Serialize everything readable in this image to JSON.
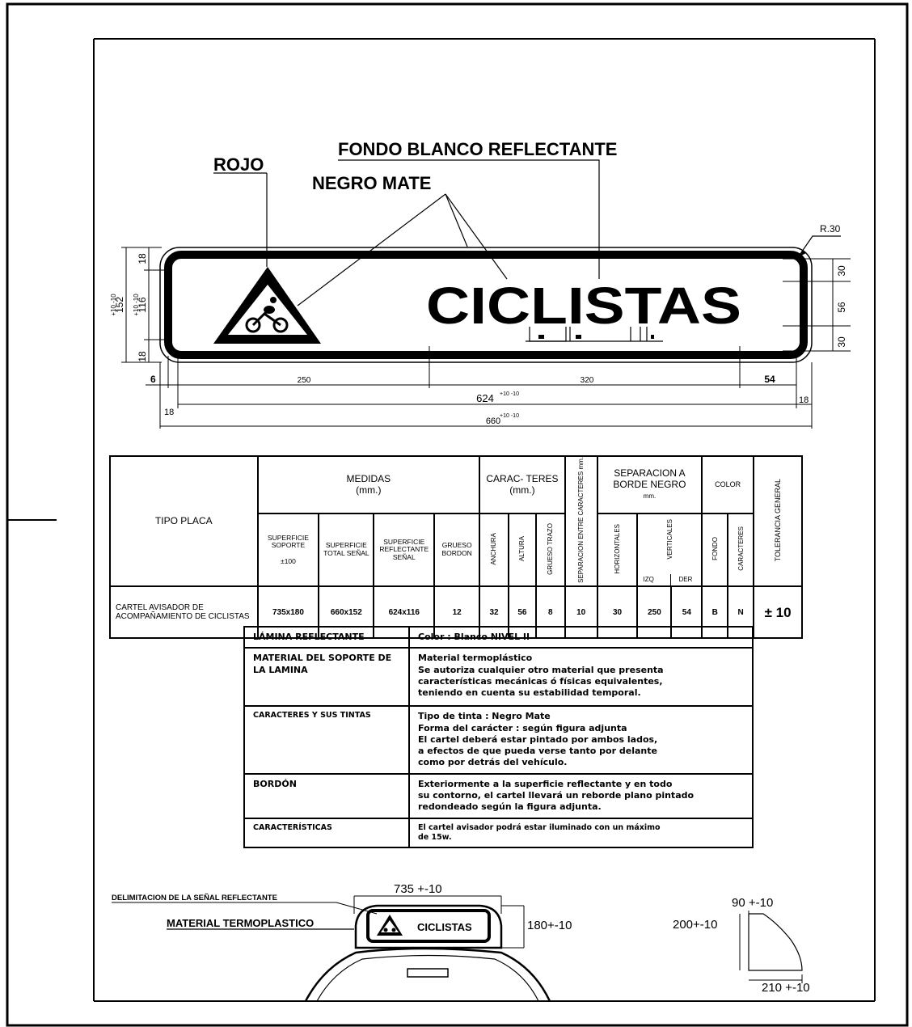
{
  "labels": {
    "fondo": "FONDO BLANCO REFLECTANTE",
    "rojo": "ROJO",
    "negro_mate": "NEGRO MATE",
    "radius": "R.30",
    "sign_text": "CICLISTAS"
  },
  "dimensions": {
    "border_top": "18",
    "border_bottom": "18",
    "inner_height": "116",
    "inner_height_tol": "+10 -10",
    "total_height": "152",
    "total_height_tol": "+10 -10",
    "right_top": "30",
    "right_mid": "56",
    "right_bottom": "30",
    "left_gap": "6",
    "seg_left": "250",
    "seg_mid": "320",
    "seg_right": "54",
    "reflective_width": "624",
    "reflective_width_tol": "+10 -10",
    "right_margin": "18",
    "left_margin": "18",
    "total_width": "660",
    "total_width_tol": "+10 -10"
  },
  "spec_table": {
    "tipo": "TIPO PLACA",
    "medidas": "MEDIDAS",
    "medidas_unit": "(mm.)",
    "caracteres": "CARAC- TERES",
    "caracteres_unit": "(mm.)",
    "separacion_chars": "SEPARACION ENTRE CARACTERES mm.",
    "separacion_borde": "SEPARACION A BORDE NEGRO",
    "separacion_borde_unit": "mm.",
    "color": "COLOR",
    "tolerancia": "TOLERANCIA GENERAL",
    "sup_soporte": "SUPERFICIE SOPORTE",
    "sup_soporte_tol": "±100",
    "sup_total": "SUPERFICIE TOTAL SEÑAL",
    "sup_reflectante": "SUPERFICIE REFLECTANTE SEÑAL",
    "grueso_bordon": "GRUESO BORDON",
    "anchura": "ANCHURA",
    "altura": "ALTURA",
    "grueso_trazo": "GRUESO TRAZO",
    "horizontales": "HORIZONTALES",
    "verticales": "VERTICALES",
    "izq": "IZQ",
    "der": "DER",
    "fondo": "FONDO",
    "caracteres_col": "CARACTERES",
    "row": {
      "name": "CARTEL AVISADOR DE ACOMPAÑAMIENTO DE CICLISTAS",
      "soporte": "735x180",
      "total": "660x152",
      "reflectante": "624x116",
      "bordon": "12",
      "anchura": "32",
      "altura": "56",
      "trazo": "8",
      "separacion": "10",
      "horiz": "30",
      "izq": "250",
      "der": "54",
      "fondo": "B",
      "caracteres": "N",
      "tolerancia": "± 10"
    }
  },
  "materials": [
    {
      "key": "LÁMINA REFLECTANTE",
      "value": [
        "Color : Blanco NIVEL II"
      ]
    },
    {
      "key": "MATERIAL DEL SOPORTE DE LA LAMINA",
      "value": [
        "Material termoplástico",
        "Se autoriza cualquier otro material que presenta",
        "características mecánicas ó físicas equivalentes,",
        "teniendo en cuenta su estabilidad temporal."
      ]
    },
    {
      "key": "CARACTERES Y SUS TINTAS",
      "value": [
        "Tipo de tinta : Negro Mate",
        "Forma del carácter : según figura adjunta",
        "El cartel deberá estar pintado por ambos lados,",
        "a efectos de que pueda verse tanto por delante",
        "como por detrás del vehículo."
      ]
    },
    {
      "key": "BORDÓN",
      "value": [
        "Exteriormente a la superficie reflectante y en todo",
        "su contorno, el cartel llevará un reborde plano pintado",
        "redondeado según la figura adjunta."
      ]
    },
    {
      "key": "CARACTERÍSTICAS",
      "value": [
        "El cartel avisador podrá estar iluminado con un máximo",
        "de 15w."
      ]
    }
  ],
  "bottom": {
    "delimitacion": "DELIMITACION DE LA SEÑAL REFLECTANTE",
    "material": "MATERIAL TERMOPLASTICO",
    "width": "735 +-10",
    "height": "180+-10",
    "mini_text": "CICLISTAS",
    "profile_top": "90 +-10",
    "profile_height": "200+-10",
    "profile_base": "210 +-10"
  }
}
